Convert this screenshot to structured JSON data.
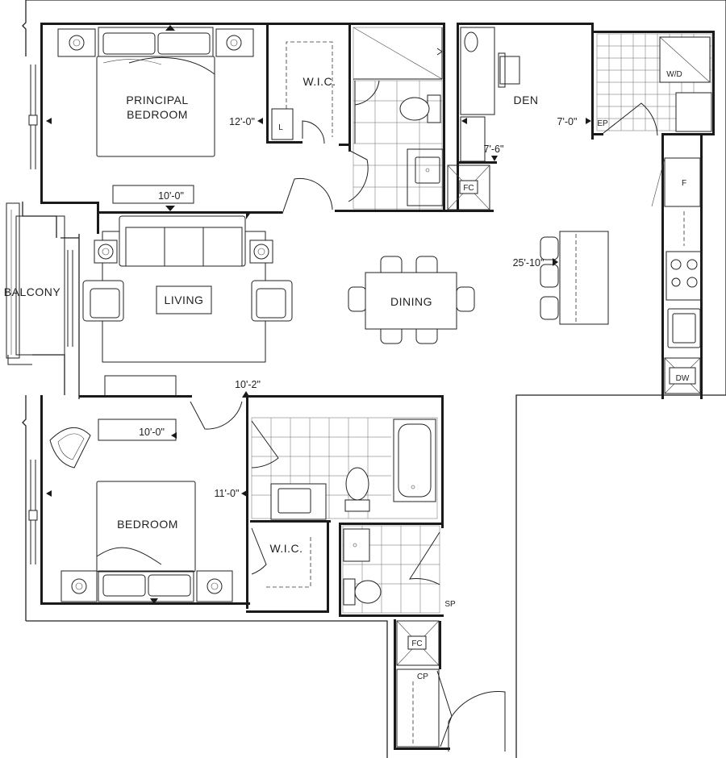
{
  "rooms": {
    "principal_bedroom": [
      "PRINCIPAL",
      "BEDROOM"
    ],
    "wic_top": "W.I.C.",
    "wic_bottom": "W.I.C.",
    "den": "DEN",
    "living": "LIVING",
    "dining": "DINING",
    "bedroom": "BEDROOM",
    "balcony": "BALCONY"
  },
  "dimensions": {
    "principal_width": "12'-0\"",
    "principal_depth": "10'-0\"",
    "den_width": "7'-6\"",
    "laundry_width": "7'-0\"",
    "living_depth": "25'-10\"",
    "bedroom_top": "10'-2\"",
    "bedroom_depth": "10'-0\"",
    "bedroom_width": "11'-0\""
  },
  "labels": {
    "linen": "L",
    "washer_dryer": "W/D",
    "electrical_panel": "EP",
    "fan_coil_top": "FC",
    "fan_coil_bottom": "FC",
    "fridge": "F",
    "dishwasher": "DW",
    "service_panel": "SP",
    "coat_closet": "CP"
  }
}
